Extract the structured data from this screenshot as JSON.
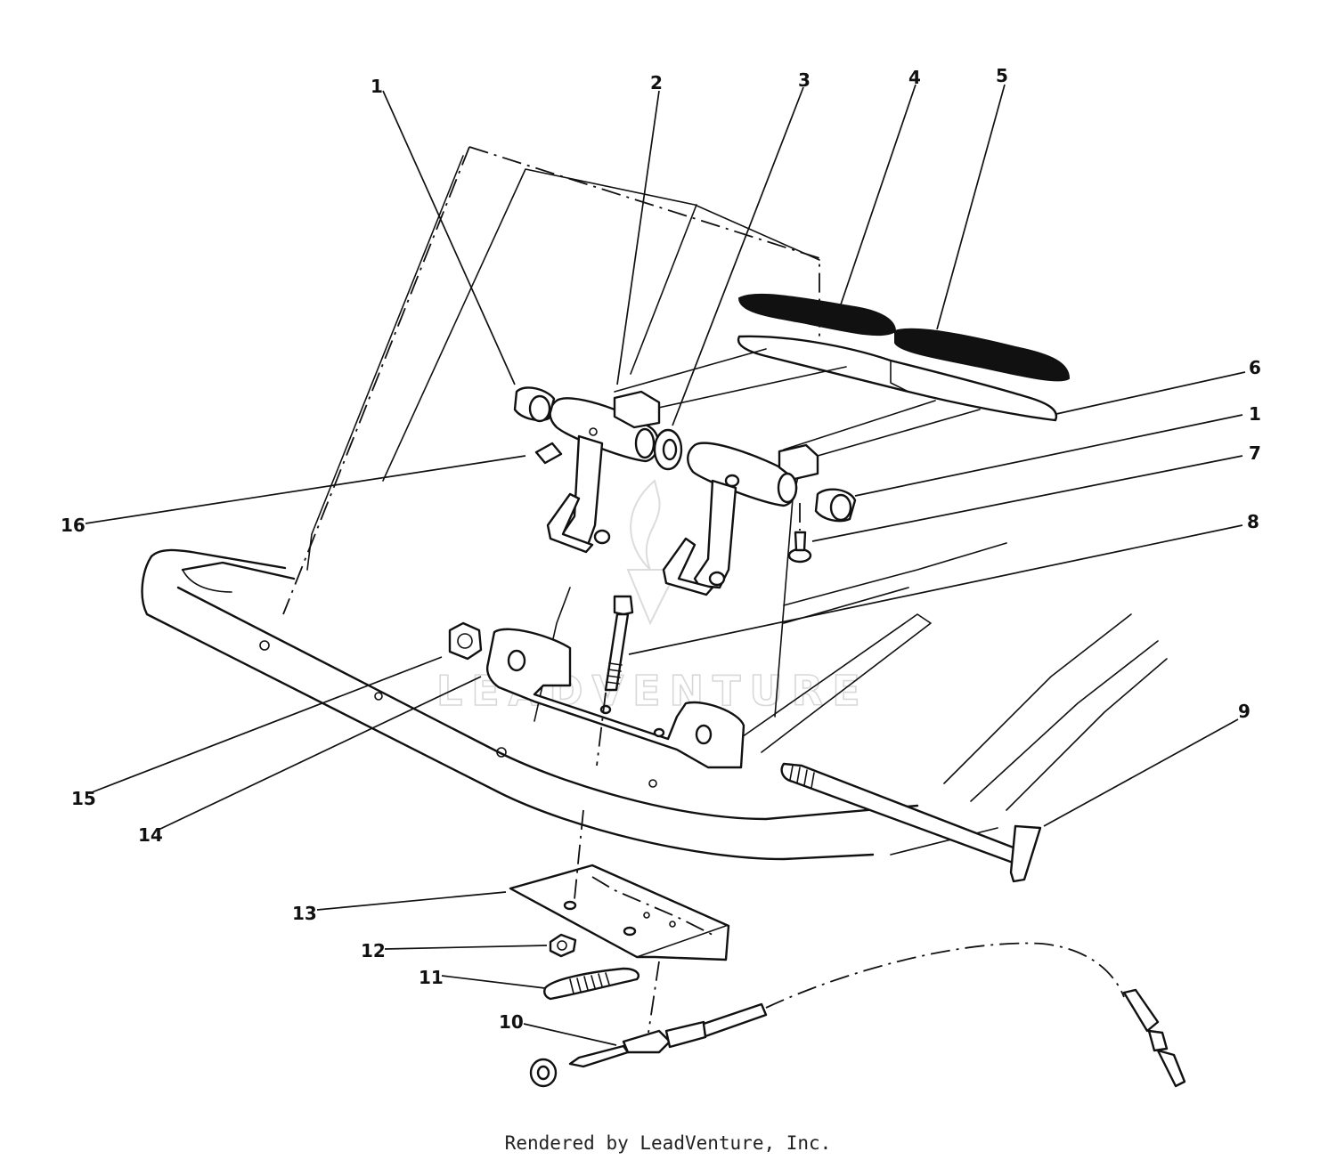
{
  "callouts": [
    {
      "id": "c1a",
      "label": "1"
    },
    {
      "id": "c2",
      "label": "2"
    },
    {
      "id": "c3",
      "label": "3"
    },
    {
      "id": "c4",
      "label": "4"
    },
    {
      "id": "c5",
      "label": "5"
    },
    {
      "id": "c6",
      "label": "6"
    },
    {
      "id": "c1b",
      "label": "1"
    },
    {
      "id": "c7",
      "label": "7"
    },
    {
      "id": "c8",
      "label": "8"
    },
    {
      "id": "c16",
      "label": "16"
    },
    {
      "id": "c9",
      "label": "9"
    },
    {
      "id": "c15",
      "label": "15"
    },
    {
      "id": "c14",
      "label": "14"
    },
    {
      "id": "c13",
      "label": "13"
    },
    {
      "id": "c12",
      "label": "12"
    },
    {
      "id": "c11",
      "label": "11"
    },
    {
      "id": "c10",
      "label": "10"
    }
  ],
  "watermark": "LEADVENTURE",
  "footer": "Rendered by LeadVenture, Inc."
}
